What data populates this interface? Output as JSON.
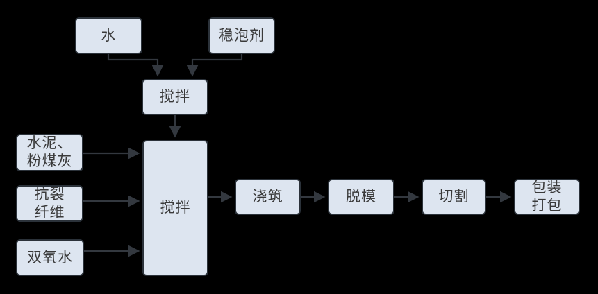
{
  "diagram": {
    "type": "flowchart",
    "nodes": {
      "water": {
        "label": "水"
      },
      "stabilizer": {
        "label": "稳泡剂"
      },
      "mix_top": {
        "label": "搅拌"
      },
      "mix_main": {
        "label": "搅拌"
      },
      "cement": {
        "label": "水泥、\n粉煤灰"
      },
      "fiber": {
        "label": "抗裂\n纤维"
      },
      "peroxide": {
        "label": "双氧水"
      },
      "pouring": {
        "label": "浇筑"
      },
      "demolding": {
        "label": "脱模"
      },
      "cutting": {
        "label": "切割"
      },
      "packaging": {
        "label": "包装\n打包"
      }
    },
    "edges": [
      {
        "from": "water",
        "to": "mix_top"
      },
      {
        "from": "stabilizer",
        "to": "mix_top"
      },
      {
        "from": "mix_top",
        "to": "mix_main"
      },
      {
        "from": "cement",
        "to": "mix_main"
      },
      {
        "from": "fiber",
        "to": "mix_main"
      },
      {
        "from": "peroxide",
        "to": "mix_main"
      },
      {
        "from": "mix_main",
        "to": "pouring"
      },
      {
        "from": "pouring",
        "to": "demolding"
      },
      {
        "from": "demolding",
        "to": "cutting"
      },
      {
        "from": "cutting",
        "to": "packaging"
      }
    ],
    "colors": {
      "background": "#000000",
      "node_fill": "#dde5f0",
      "node_border": "#2b323a",
      "arrow": "#33383f",
      "text": "#3a3a3a"
    }
  }
}
